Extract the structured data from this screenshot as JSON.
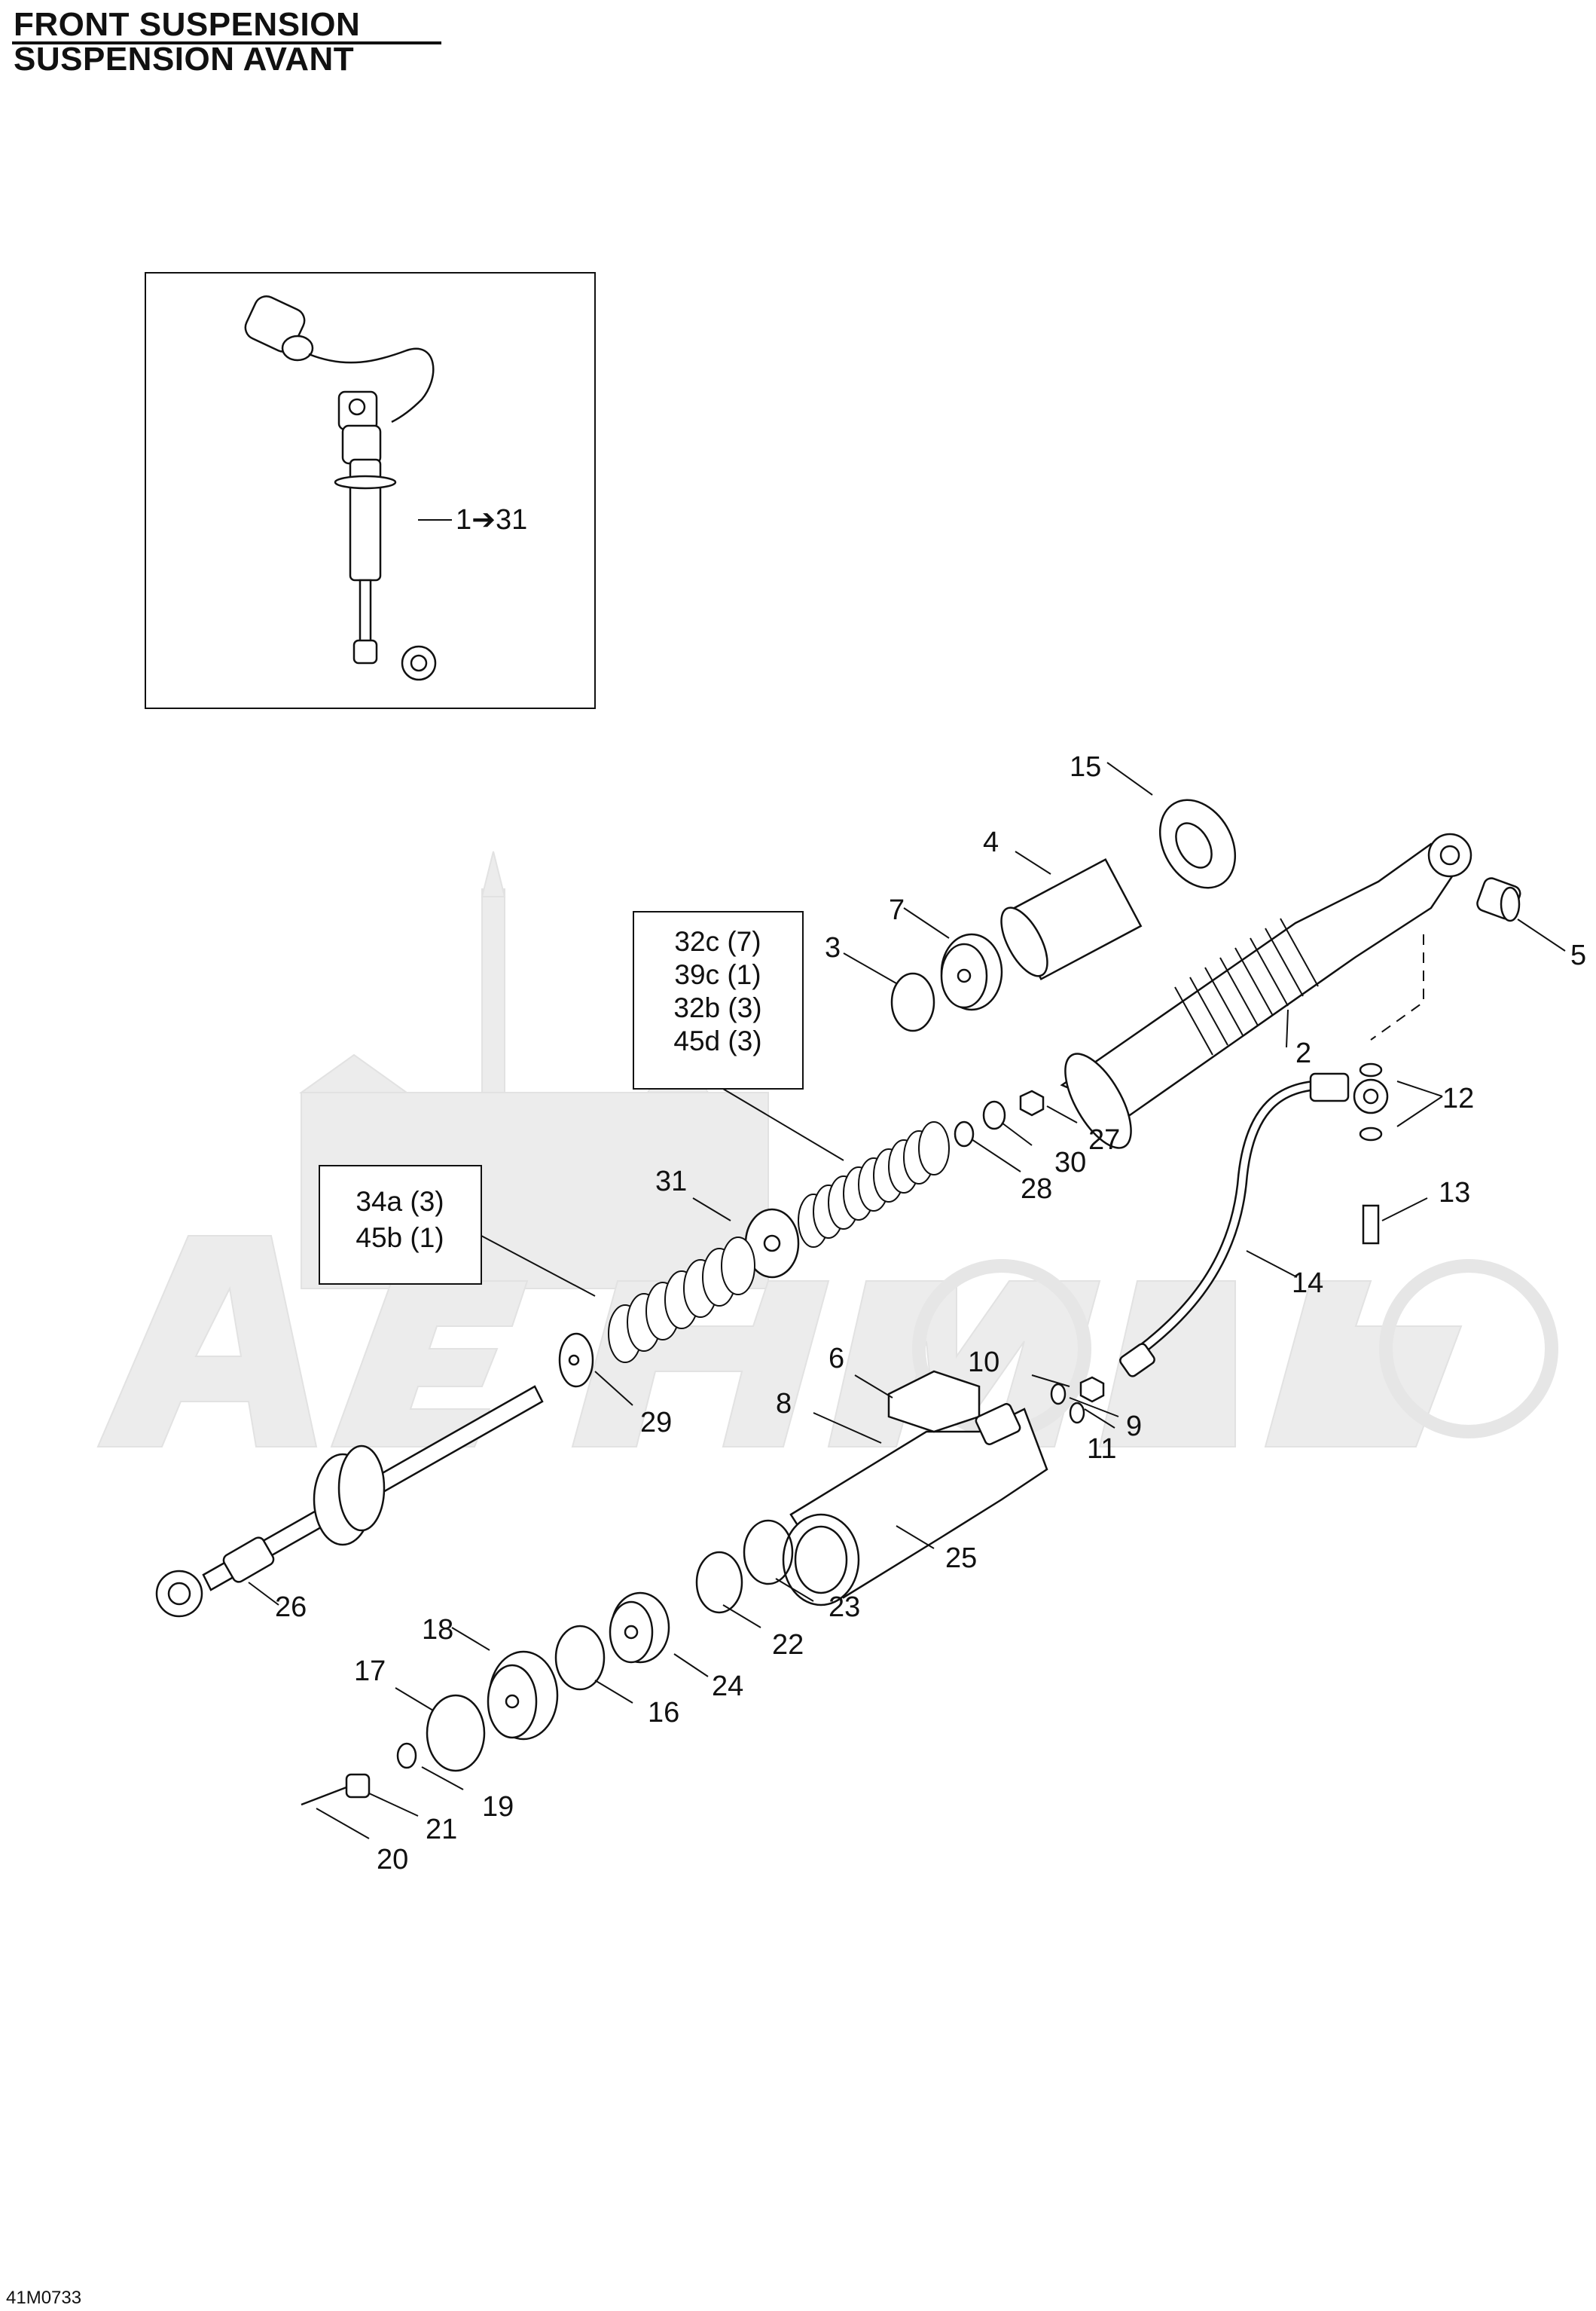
{
  "titles": {
    "line1": "FRONT SUSPENSION",
    "line2": "SUSPENSION AVANT"
  },
  "inset": {
    "range_label": "1➔31"
  },
  "callouts": [
    "2",
    "3",
    "4",
    "5",
    "6",
    "7",
    "8",
    "9",
    "10",
    "11",
    "12",
    "13",
    "14",
    "15",
    "16",
    "17",
    "18",
    "19",
    "20",
    "21",
    "22",
    "23",
    "24",
    "25",
    "26",
    "27",
    "28",
    "29",
    "30",
    "31"
  ],
  "kit_boxes": {
    "spring_kit_upper": [
      "32c (7)",
      "39c (1)",
      "32b (3)",
      "45d (3)"
    ],
    "spring_kit_lower": [
      "34a (3)",
      "45b (1)"
    ]
  },
  "watermark": "AetMoto",
  "figure_code": "41M0733",
  "colors": {
    "ink": "#111111",
    "watermark": "#e9e9e9",
    "fill": "#ffffff"
  }
}
